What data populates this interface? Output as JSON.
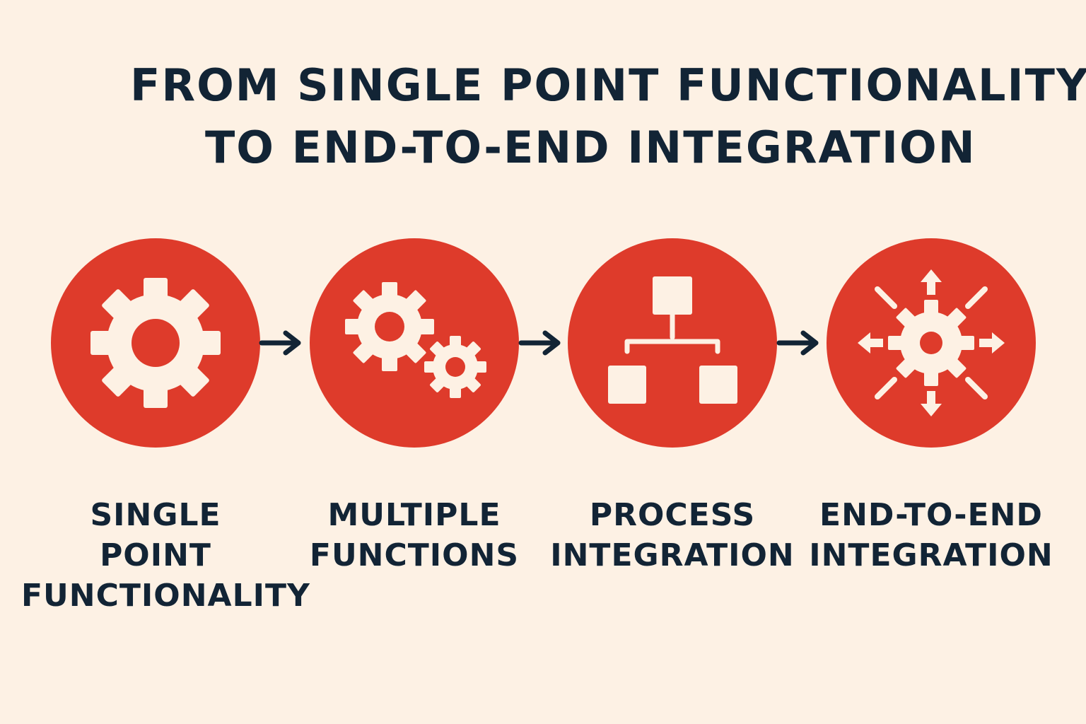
{
  "colors": {
    "background": "#fdf1e4",
    "accent": "#de3b2b",
    "icon": "#fdf1e4",
    "text": "#122435"
  },
  "title": {
    "line1": "FROM SINGLE POINT FUNCTIONALITY",
    "line2": "TO END-TO-END INTEGRATION"
  },
  "steps": [
    {
      "icon": "gear-icon",
      "label_lines": [
        "SINGLE",
        "POINT",
        "FUNCTIONALITY"
      ]
    },
    {
      "icon": "two-gears-icon",
      "label_lines": [
        "MULTIPLE",
        "FUNCTIONS"
      ]
    },
    {
      "icon": "hierarchy-icon",
      "label_lines": [
        "PROCESS",
        "INTEGRATION"
      ]
    },
    {
      "icon": "gear-arrows-out-icon",
      "label_lines": [
        "END-TO-END",
        "INTEGRATION"
      ]
    }
  ],
  "connectors": [
    "arrow-right-icon",
    "arrow-right-icon",
    "arrow-right-icon"
  ]
}
